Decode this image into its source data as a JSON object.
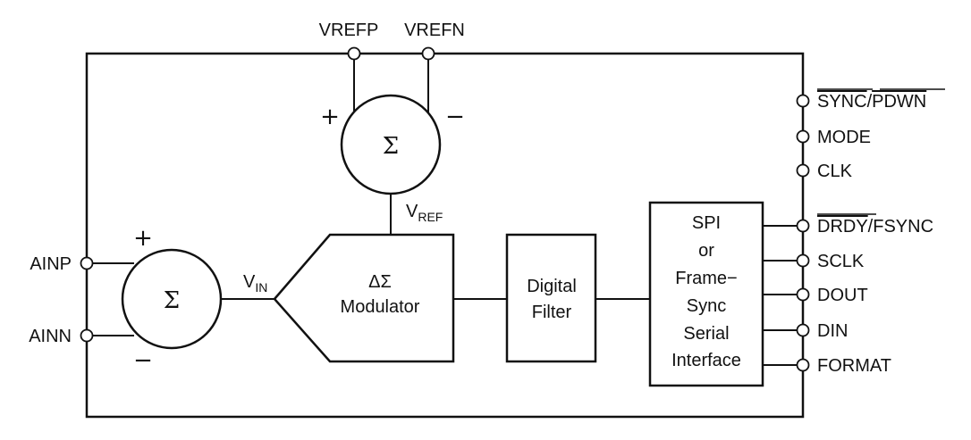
{
  "top_pins": {
    "vrefp": "VREFP",
    "vrefn": "VREFN"
  },
  "ref_summer": {
    "symbol": "Σ",
    "plus": "+",
    "minus": "−"
  },
  "in_summer": {
    "symbol": "Σ",
    "plus": "+",
    "minus": "−"
  },
  "left_pins": {
    "ainp": "AINP",
    "ainn": "AINN"
  },
  "vin_label": {
    "main": "V",
    "sub": "IN"
  },
  "vref_label": {
    "main": "V",
    "sub": "REF"
  },
  "modulator": {
    "line1": "ΔΣ",
    "line2": "Modulator"
  },
  "digital_filter": {
    "line1": "Digital",
    "line2": "Filter"
  },
  "serial_interface": {
    "lines": [
      "SPI",
      "or",
      "Frame−",
      "Sync",
      "Serial",
      "Interface"
    ]
  },
  "right_pins": {
    "sync_pdwn": {
      "sync": "SYNC",
      "slash": "/",
      "pdwn": "PDWN"
    },
    "mode": "MODE",
    "clk": "CLK",
    "drdy_fsync": {
      "drdy": "DRDY",
      "rest": "/FSYNC"
    },
    "sclk": "SCLK",
    "dout": "DOUT",
    "din": "DIN",
    "format": "FORMAT"
  }
}
